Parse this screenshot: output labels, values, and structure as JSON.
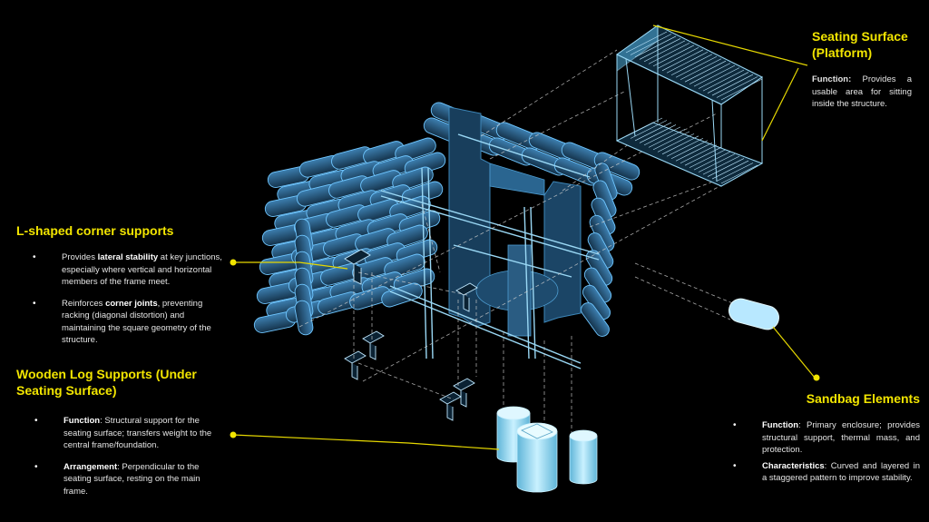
{
  "colors": {
    "background": "#000000",
    "heading": "#f2e500",
    "leader": "#e6d800",
    "sandbag_fill": "#1d4766",
    "sandbag_stroke": "#6fc6ff",
    "frame": "#9ad8f5"
  },
  "seating": {
    "title": "Seating Surface (Platform)",
    "title_line1": "Seating Surface",
    "title_line2": "(Platform)",
    "function_label": "Function:",
    "function_text": "Provides a usable area for sitting inside the structure."
  },
  "corner": {
    "title": "L-shaped corner supports",
    "b1_pre": "Provides ",
    "b1_bold": "lateral stability",
    "b1_post": " at key junctions, especially where vertical and horizontal members of the frame meet.",
    "b2_pre": "Reinforces ",
    "b2_bold": "corner joints",
    "b2_post": ", preventing racking (diagonal distortion) and maintaining the square geometry of the structure."
  },
  "logs": {
    "title_line1": "Wooden Log Supports (Under",
    "title_line2": "Seating Surface)",
    "b1_label": "Function",
    "b1_text": ": Structural support for the seating surface; transfers weight to the central frame/foundation.",
    "b2_label": "Arrangement",
    "b2_text": ": Perpendicular to the seating surface, resting on the main frame."
  },
  "sandbag": {
    "title": "Sandbag Elements",
    "b1_label": "Function",
    "b1_text": ": Primary enclosure; provides structural support, thermal mass, and protection.",
    "b2_label": "Characteristics",
    "b2_text": ": Curved and layered in a staggered pattern to improve stability."
  }
}
